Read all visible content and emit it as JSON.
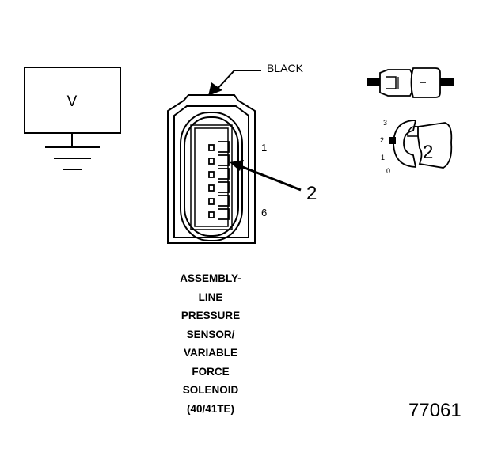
{
  "meter": {
    "symbol": "V"
  },
  "connector": {
    "color_label": "BLACK",
    "pin_first": "1",
    "pin_last": "6",
    "callout": "2"
  },
  "probe": {
    "callout": "2",
    "steps": [
      "3",
      "2",
      "1",
      "0"
    ]
  },
  "caption": {
    "lines": [
      "ASSEMBLY-",
      "LINE",
      "PRESSURE",
      "SENSOR/",
      "VARIABLE",
      "FORCE",
      "SOLENOID",
      "(40/41TE)"
    ]
  },
  "figure_id": "77061"
}
